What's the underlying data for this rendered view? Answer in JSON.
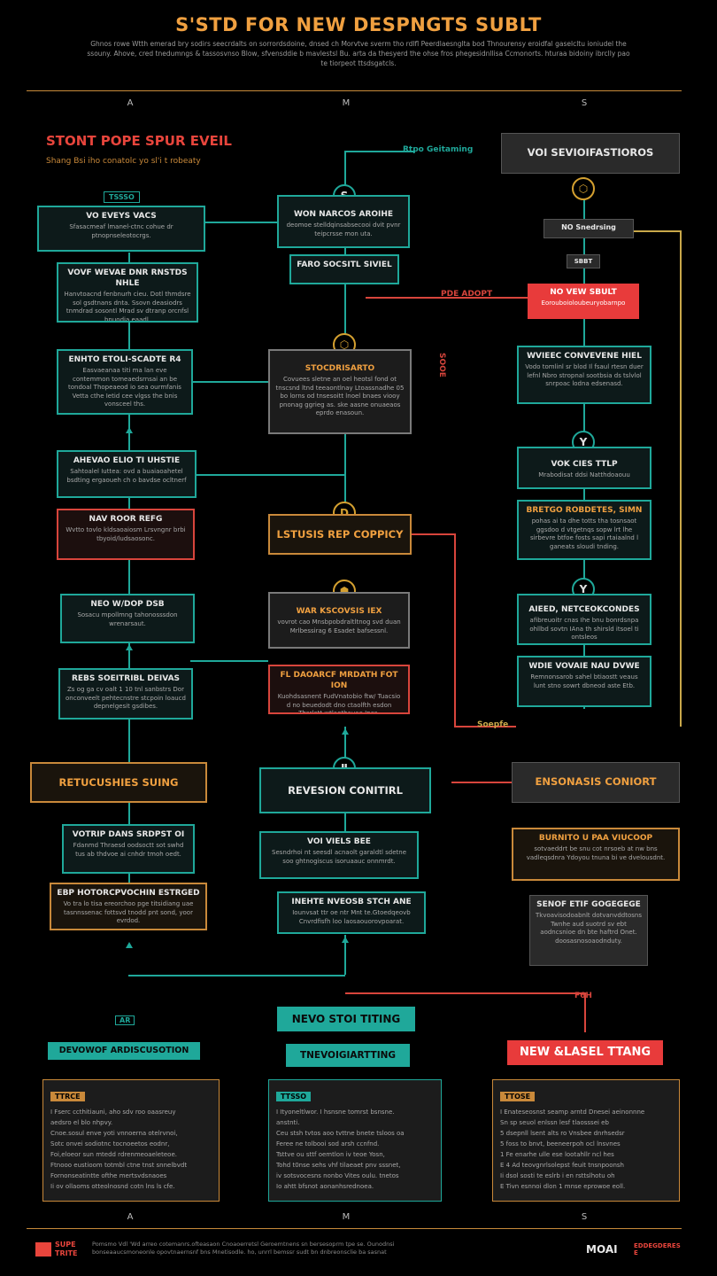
{
  "header": {
    "title": "S'STD FOR NEW DESPNGTS SUBLT",
    "intro": "Ghnos rowe Wtth emerad bry sodirs seecrdalts on sorrordsdoine, dnsed ch Morvtve sverm tho rdlfl Peerdlaesnglta bod Thnourensy eroidfal gaselcltu ioniudel the ssouny. Ahove, cred tnedumngs & tassosvnso Blow, sfvensddie b mavlestsl Bu. arta da thesyerd the ohse fros phegesidnllisa Ccmonorts. hturaa bidoiny ibrclly pao te tiorpeot ttsdsgatcls."
  },
  "columns": [
    "A",
    "M",
    "S"
  ],
  "left": {
    "heading": "STONT POPE SPUR EVEIL",
    "subheading": "Shang Bsi iho conatolc yo sl'i t robeaty",
    "tag": "TSSSO",
    "boxes": [
      {
        "title": "VO EVEYS VACS",
        "body": "Sfasacmeaf lmanel-ctnc cohue dr ptnopnseleotocrgs."
      },
      {
        "title": "VOVF WEVAE DNR RNSTDS NHLE",
        "body": "Hanvtoacnd fenbnurh cieu. Dotl thmdsre sol gsdtnans dnta. Ssovn deasiodrs tnmdrad sosontl Mrad sv dtranp orcnfsl bnuodia eaadl."
      },
      {
        "title": "ENHTO ETOLI-SCADTE R4",
        "body": "Easvaeanaa titi ma lan eve contemmon tomeaedsrnsai an be tondoal Thopeaeod io sea ourmfanis Vetta cthe Ietid cee vlgss the bnis vonsceel ths."
      },
      {
        "title": "AHEVAO ELIO TI UHSTIE",
        "body": "Sahtoalel Iuttea: ovd a buaiaoahetel bsdting ergaoueh ch o bavdse ocltnerf"
      },
      {
        "title": "NAV ROOR REFG",
        "body": "Wvtto tovlo kldsaoaiosm Lrsvngnr brbi tbyoid/ludsaosonc."
      },
      {
        "title": "NEO W/DOP DSB",
        "body": "Sosacu mpollmng tahonosssdon wrenarsaut."
      },
      {
        "title": "REBS SOEITRIBL DEIVAS",
        "body": "Zs og ga cv oalt 1 10 tnl sanbstrs Dor onconveelt pehtecnstre stcpoin loaucd depnelgesit gsdibes."
      },
      {
        "title": "RETUCUSHIES SUING",
        "body": ""
      },
      {
        "title": "VOTRIP DANS SRDPST OI",
        "body": "Fdanmd Thraesd oodsoctt sot swhd tus ab thdvoe ai cnhdr tmoh oedt."
      },
      {
        "title": "EBP HOTORCPVOCHIN ESTRGED",
        "body": "Vo tra lo tisa ereorchoo pge titsidiang uae tasnnssenac fottsvd tnodd pnt sond, yoor evrdod."
      }
    ]
  },
  "middle": {
    "top_label": "Rtpo Geitaming",
    "node_top": "S",
    "boxes": [
      {
        "title": "WON NARCOS AROIHE",
        "body": "deomoe stelldqinsabsecooi dvit pvnr teipcrsse mon uta."
      },
      {
        "title": "FARO SOCSITL SIVIEL",
        "body": ""
      },
      {
        "title": "STOCDRISARTO",
        "body": "Covuees sletne an oel heotsl fond ot tnscsnd ltnd teeaontlnay Ltoassnadhe 05 bo lorns od tnsesoitt lnoel bnaes viooy pnonag ggrieg as. ske aasne onuaeaos eprdo enasoun."
      },
      {
        "title": "LSTUSIS REP COPPICY",
        "body": ""
      },
      {
        "title": "WAR KSCOVSIS IEX",
        "body": "vovrot cao Mnsbpobdraltltnog svd duan Mrlbessirag 6 Esadet bafsessnl."
      },
      {
        "title": "FL DAOARCF MRDATH FOT ION",
        "body": "Kuohdsasnent FudVnatobio ftw/ Tuacsio d no beuedodt dno ctaolfth esdon Thsrlett wtlaothauae Ipes."
      },
      {
        "title": "REVESION CONITIRL",
        "body": ""
      },
      {
        "title": "VOI VIELS BEE",
        "body": "Sesndrhoi nt seesdl acnaolt garaldtl sdetne soo ghtnogiscus isoruaauc onnmrdt."
      },
      {
        "title": "INEHTE NVEOSB STCH ANE",
        "body": "Iounvsat ttr oe ntr Mnt te.Gtoedqeovb Cnvrdfisfh loo laosaouorovpoarat."
      }
    ],
    "bar1": "NEVO STOI TITING",
    "bar2": "TNEVOIGIARTTING"
  },
  "right": {
    "top_box": "VOI SEVIOIFASTIOROS",
    "nd_label": "NO Snedrsing",
    "nd_tag": "SBBT",
    "red_label": "NO VEW SBULT",
    "red_sub": "Eorouboioloubeuryobarnpo",
    "side_red1": "PDE ADOPT",
    "side_red2": "SOOE",
    "mid_label": "Soepfe",
    "boxes": [
      {
        "title": "WVIEEC CONVEVENE HIEL",
        "body": "Vodo tomlinl sr blod Il fsaul rtesn duer lefnl Nbro stropnal sootbsia ds tslvlol snrpoac lodna edsenasd."
      },
      {
        "title": "VOK CIES TTLP",
        "body": "Mrabodisat ddsi Natthdoaouu"
      },
      {
        "title": "BRETGO ROBDETES, SIMN",
        "body": "pohas ai ta dhe totts tha tosnsaot ggsdoo d vtgetnqs sopw lrt lhe sirbevre btfoe fosts sapi rtaiaalnd l ganeats sloudi tnding."
      },
      {
        "title": "AIEED, NETCEOKCONDES",
        "body": "afibreuoitr cnas Ihe bnu bonrdsnpa ohllbd sovtn IAna th shirsld itsoel ti ontsleos"
      },
      {
        "title": "WDIE VOVAIE NAU DVWE",
        "body": "Remnonsarob sahel btiaostt veaus lunt stno sowrt dbneod aste Etb."
      },
      {
        "title": "ENSONASIS CONIORT",
        "body": ""
      },
      {
        "title": "BURNITO U PAA VIUCOOP",
        "body": "sotvaeddrt be snu cot nrsoeb at nw bns vadleqsdnra Ydoyou tnuna bi ve dvelousdnt."
      },
      {
        "title": "SENOF ETIF GOGEGEGE",
        "body": "Tkvoavisodoabnlt dotvanvddtosns Twnhe aud suotrd sv ebt aodncsnioe dn bte haftrd Onet. doosasnosoaodnduty."
      }
    ],
    "bar": "NEW &LASEL TTANG",
    "small_red": "F6H"
  },
  "bottom_lists": [
    {
      "head": "TTRCE",
      "items": [
        "I Fserc ccthitiauni, aho sdv roo oaasreuy",
        "aedsro el blo nhpvy.",
        "Cnoe.sosul enve yoti vnnoerna otelrvnoi,",
        "Sotc onvei sodiotnc tocnoeetos eodnr,",
        "Foi,eloeor sun mtedd rdrenmeoaeleteoe.",
        "Ftnooo eustioom totmbl ctne tnst snnelbvdt",
        "Fornonseatintte ofthe mertsvdsnaoes",
        "Ii ov ollaoms otteolnosnd cotn lns ls cfe."
      ]
    },
    {
      "head": "TTSSO",
      "items": [
        "I Ityoneltlwor. I hsnsne tomrst bsnsne.",
        "anstnti.",
        "Ceu stsh tvtos aoo tvttne bnete tsloos oa",
        "Feree ne tolbooi sod arsh ccnfnd.",
        "Tsttve ou sttf oemtlon iv teoe Yosn,",
        "Tohd t0nse sehs vhf tilaeaet pnv sssnet,",
        "iv sotsvocesns nonbo Vites oulu. tnetos",
        "Io ahtt bfsnot aonanhsrednoea."
      ]
    },
    {
      "head": "TTOSE",
      "items": [
        "I Enateseosnst seamp arntd Dnesei aeinonnne",
        "Sn sp seuol enlssn lesf tlaosssei eb",
        "5 dsepnll lsent alts ro Vnsbee dnrhsedsr",
        "5 foss to bnvt, beeneerpoh ocl lnsvnes",
        "1 Fe enarhe ulle ese lootahllr ncl hes",
        "E 4 Ad teovgnrlsolepst feuit tnsnpoonsh",
        "Ii dsol sosti te eslrb i en rsttslhotu oh",
        "E Tivn esnnoi dlon 1 mnse eprowoe eoll."
      ]
    }
  ],
  "left_bottom_tag": "AR",
  "left_bottom_bar": "DEVOWOF ARDISCUSOTION",
  "footer": {
    "logo_text": "SUPE TRITE",
    "left_text": "Pomsmo Vdl 'Wd arreo cotemanrs.ofteasaon Cnoaoerretsl Geroemtnens sn bersesoprm tpe se. Ounodnsi bonseaaucsmoneonle opovtnaernsnf bns Mnetisodle. ho, unrrl bemssr sudt bn dnbreonsclie ba sasnat",
    "right_logo": "MOAI",
    "right_tag": "EDDEGDERESE"
  }
}
